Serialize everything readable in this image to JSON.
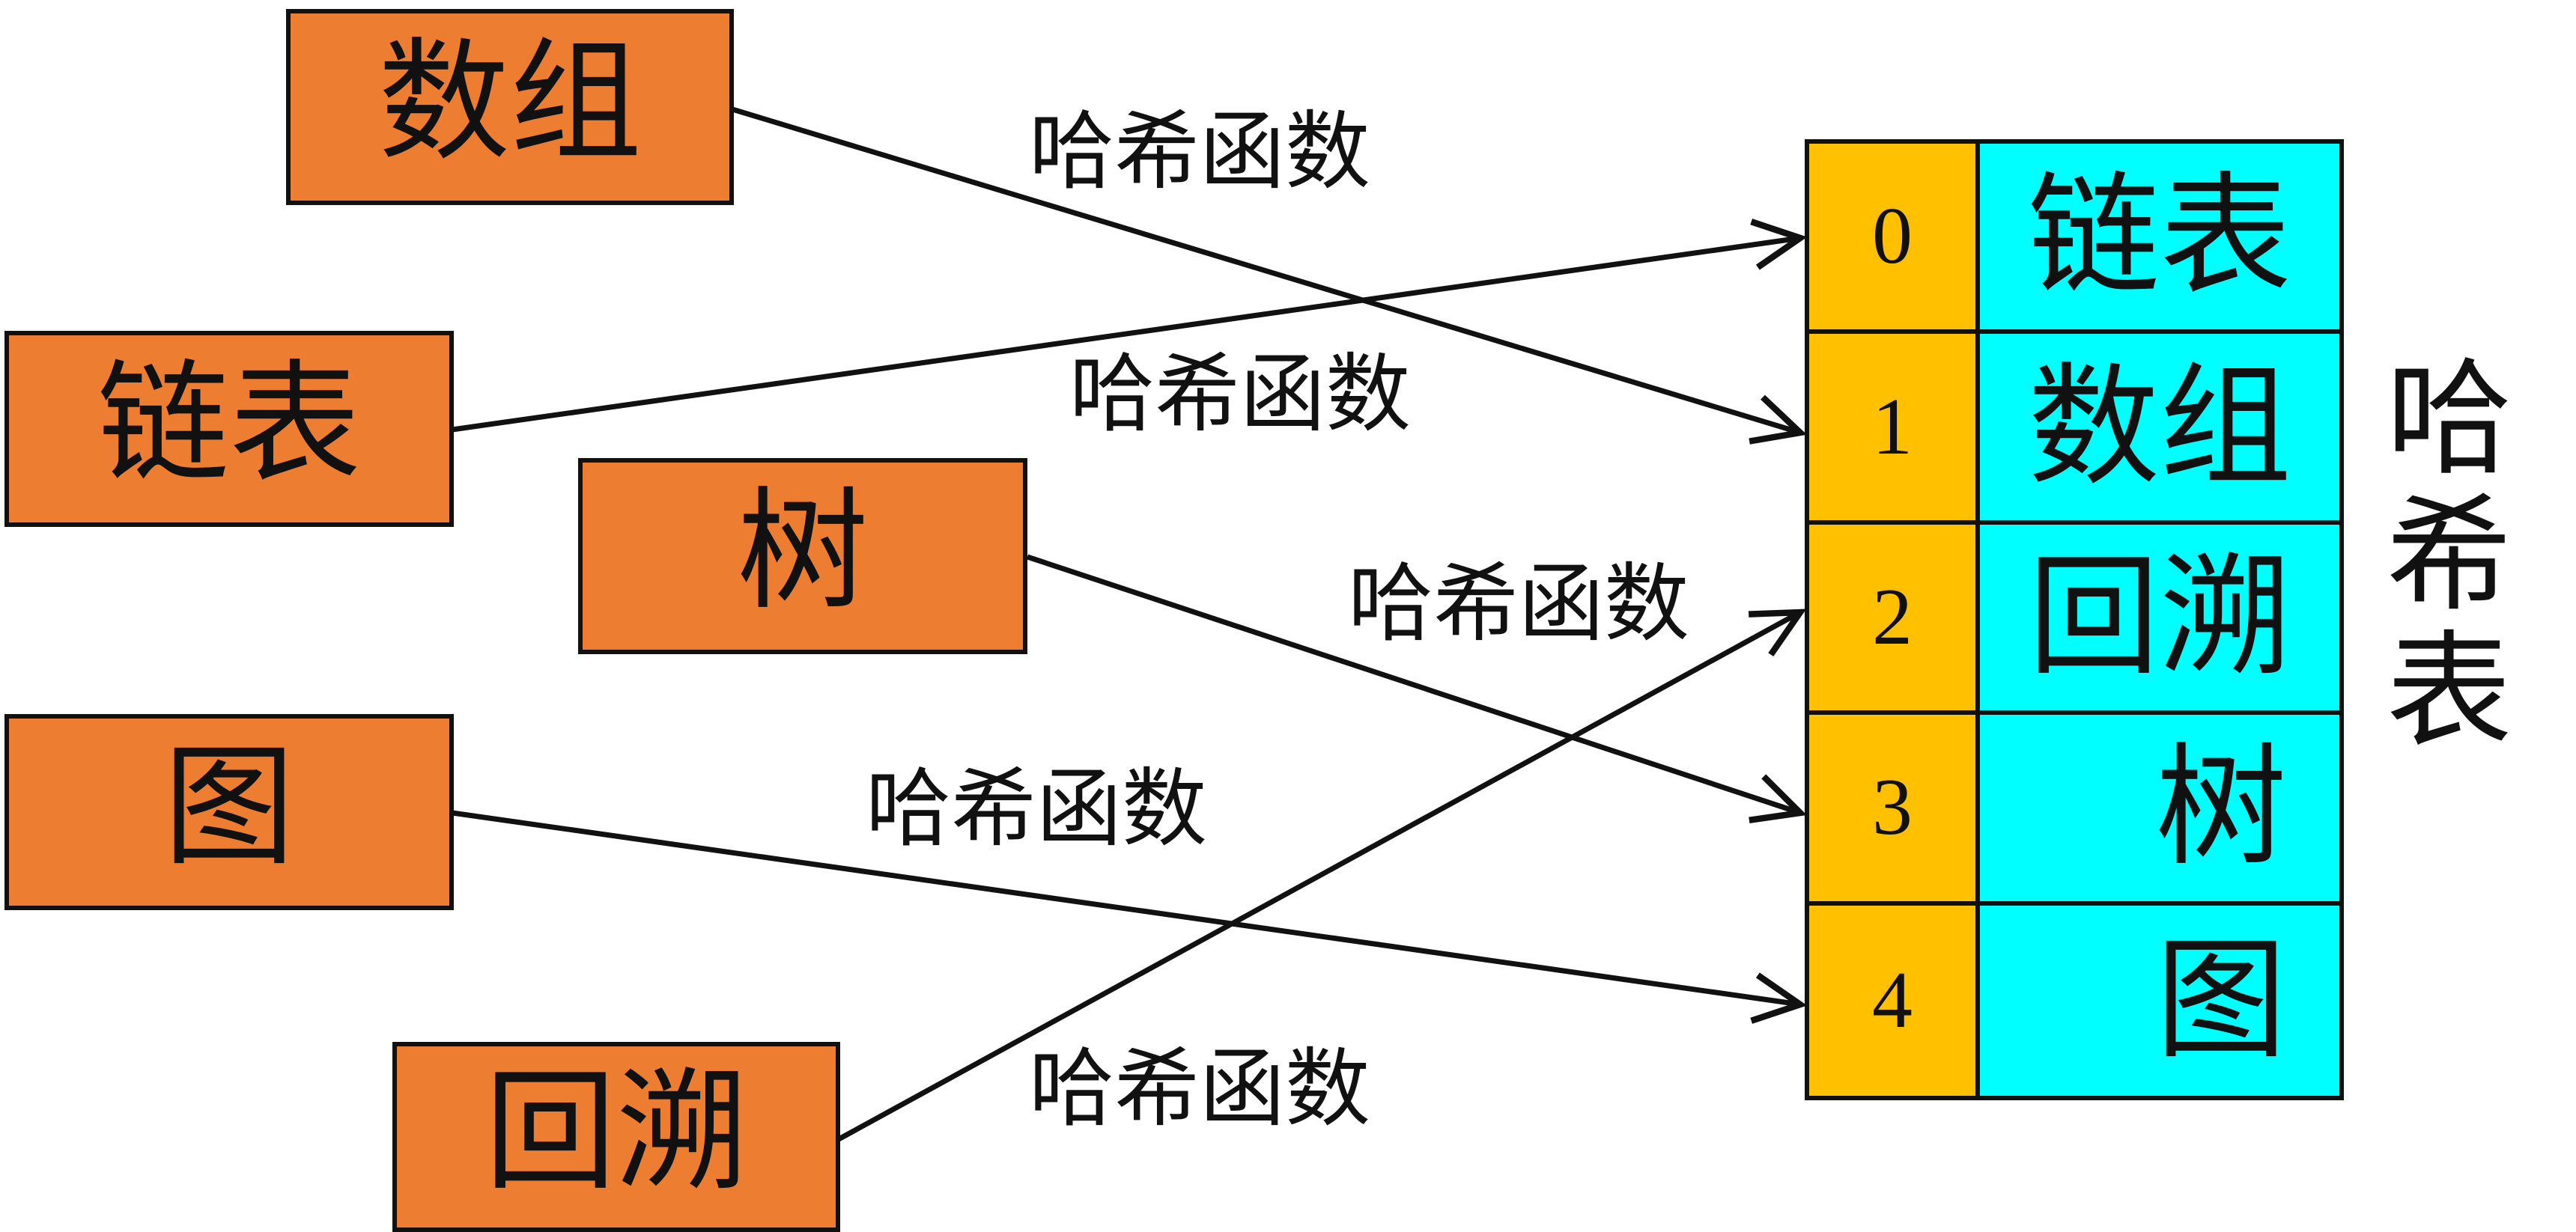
{
  "keys": [
    {
      "id": "k-array",
      "label": "数组"
    },
    {
      "id": "k-list",
      "label": "链表"
    },
    {
      "id": "k-tree",
      "label": "树"
    },
    {
      "id": "k-graph",
      "label": "图"
    },
    {
      "id": "k-backtrack",
      "label": "回溯"
    }
  ],
  "hash_table": {
    "title": "哈希表",
    "rows": [
      {
        "index": "0",
        "value": "链表"
      },
      {
        "index": "1",
        "value": "数组"
      },
      {
        "index": "2",
        "value": "回溯"
      },
      {
        "index": "3",
        "value": "树"
      },
      {
        "index": "4",
        "value": "图"
      }
    ]
  },
  "hash_function_label": "哈希函数",
  "mappings": [
    {
      "from": "数组",
      "to_index": "1"
    },
    {
      "from": "链表",
      "to_index": "0"
    },
    {
      "from": "树",
      "to_index": "3"
    },
    {
      "from": "图",
      "to_index": "4"
    },
    {
      "from": "回溯",
      "to_index": "2"
    }
  ],
  "colors": {
    "key_fill": "#ED7D31",
    "index_fill": "#FFC000",
    "value_fill": "#00FFFF",
    "stroke": "#111111"
  }
}
